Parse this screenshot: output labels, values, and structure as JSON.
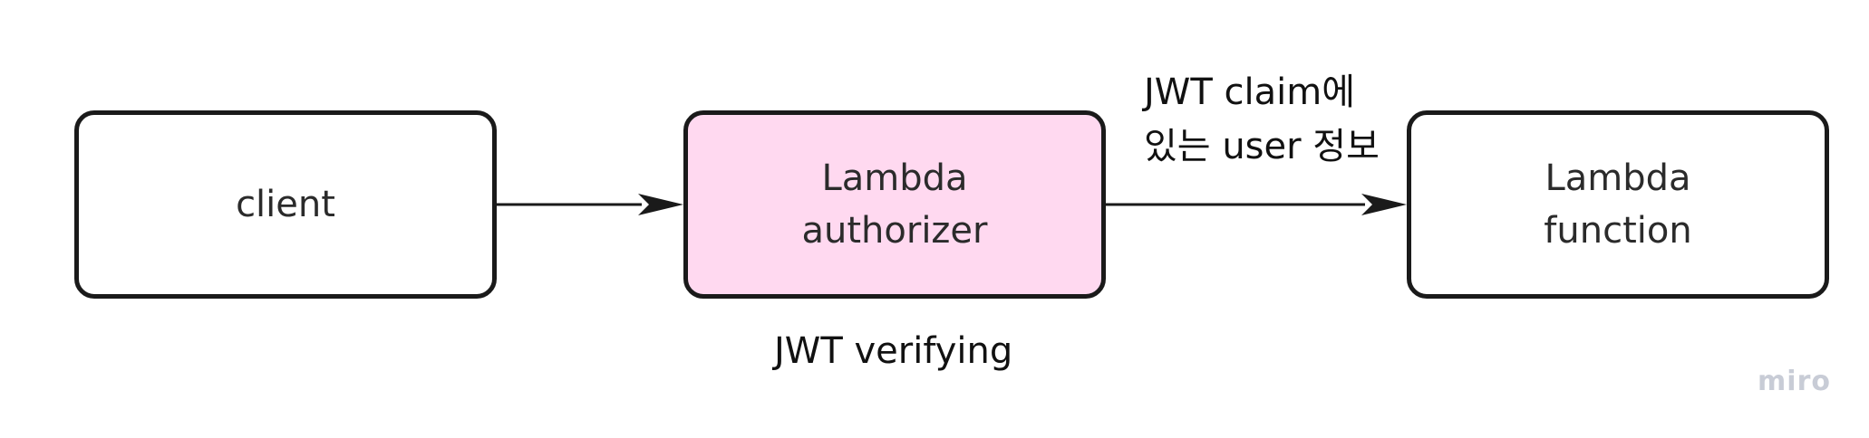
{
  "nodes": {
    "client": {
      "label": "client",
      "fill": "#ffffff"
    },
    "authorizer": {
      "label": "Lambda\nauthorizer",
      "fill": "#ffd9f0"
    },
    "function": {
      "label": "Lambda\nfunction",
      "fill": "#ffffff"
    }
  },
  "edges": {
    "authorizer_to_function_label": "JWT  claim에\n있는 user 정보"
  },
  "captions": {
    "authorizer_caption": "JWT verifying"
  },
  "watermark": "miro",
  "colors": {
    "stroke": "#1a1a1a",
    "authorizer_fill": "#ffd9f0",
    "watermark": "#c8ccd6"
  }
}
